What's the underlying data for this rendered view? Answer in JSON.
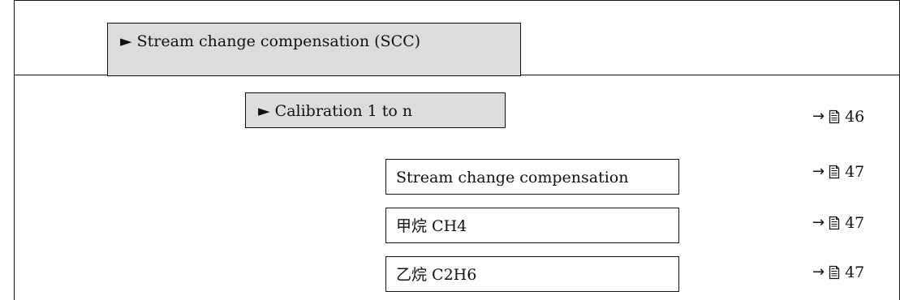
{
  "rows": [
    {
      "label": "► Stream change compensation (SCC)"
    },
    {
      "label": "► Calibration 1 to n",
      "arrow": "→",
      "page": "46"
    },
    {
      "label": "Stream change compensation",
      "arrow": "→",
      "page": "47"
    },
    {
      "label": "甲烷 CH4",
      "arrow": "→",
      "page": "47"
    },
    {
      "label": "乙烷 C2H6",
      "arrow": "→",
      "page": "47"
    }
  ],
  "icons": {
    "arrow": "arrow-right-icon",
    "book": "book-page-icon"
  }
}
